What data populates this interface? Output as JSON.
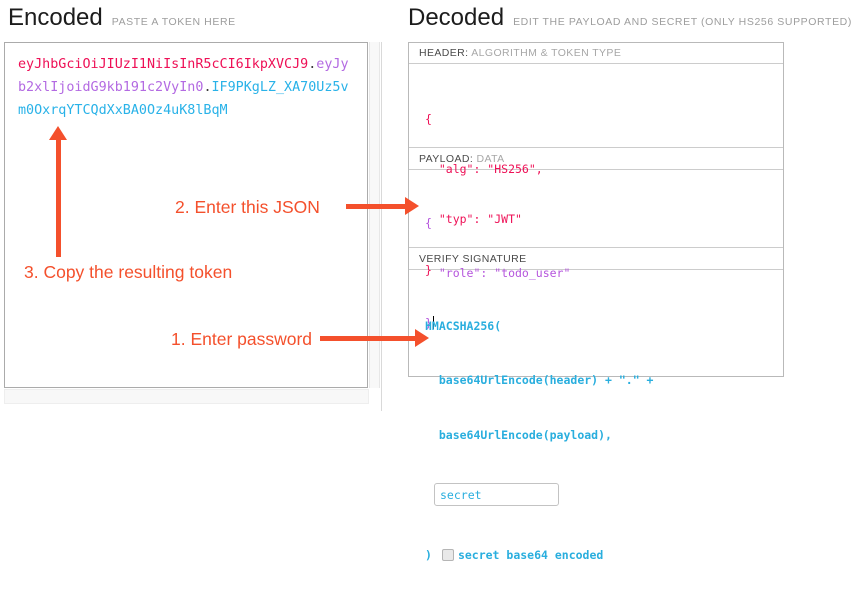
{
  "encoded": {
    "title": "Encoded",
    "subtitle": "PASTE A TOKEN HERE",
    "token": {
      "header": "eyJhbGciOiJIUzI1NiIsInR5cCI6IkpXVCJ9",
      "dot1": ".",
      "payload": "eyJyb2xlIjoidG9kb191c2VyIn0",
      "dot2": ".",
      "signature": "IF9PKgLZ_XA70Uz5vm0OxrqYTCQdXxBA0Oz4uK8lBqM"
    }
  },
  "decoded": {
    "title": "Decoded",
    "subtitle": "EDIT THE PAYLOAD AND SECRET (ONLY HS256 SUPPORTED)",
    "header_section": {
      "label": "HEADER:",
      "sublabel": "ALGORITHM & TOKEN TYPE",
      "code_lines": [
        "{",
        "  \"alg\": \"HS256\",",
        "  \"typ\": \"JWT\"",
        "}"
      ]
    },
    "payload_section": {
      "label": "PAYLOAD:",
      "sublabel": "DATA",
      "code_lines": [
        "{",
        "  \"role\": \"todo_user\"",
        "}"
      ]
    },
    "verify_section": {
      "label": "VERIFY SIGNATURE",
      "code_lines": [
        "HMACSHA256(",
        "  base64UrlEncode(header) + \".\" +",
        "  base64UrlEncode(payload),"
      ],
      "secret_value": "secret",
      "close_paren": ")",
      "checkbox_label": "secret base64 encoded"
    }
  },
  "annotations": {
    "step1": "1. Enter password",
    "step2": "2. Enter this JSON",
    "step3": "3. Copy the resulting token"
  },
  "colors": {
    "token_header": "#ee1056",
    "token_payload": "#b36ae2",
    "token_signature": "#29b2e8",
    "annotation": "#f4502c"
  }
}
